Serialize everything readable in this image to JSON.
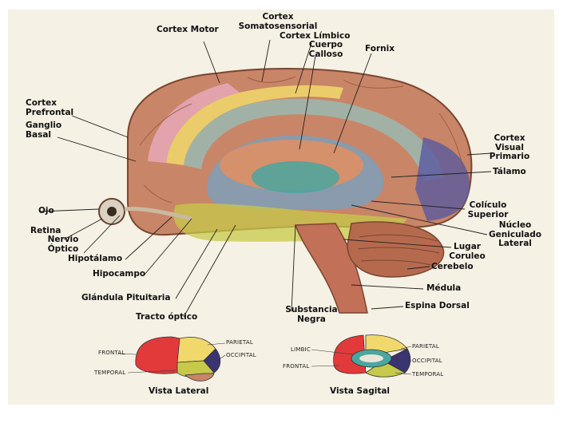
{
  "labels": {
    "cortex_somatosensorial": "Cortex\nSomatosensorial",
    "cortex_motor": "Cortex Motor",
    "cortex_limbico": "Cortex Límbico",
    "cuerpo_calloso": "Cuerpo\nCalloso",
    "fornix": "Fornix",
    "cortex_prefrontal": "Cortex\nPrefrontal",
    "ganglio_basal": "Ganglio\nBasal",
    "cortex_visual_primario": "Cortex\nVisual\nPrimario",
    "talamo": "Tálamo",
    "ojo": "Ojo",
    "coliculo_superior": "Colículo\nSuperior",
    "nucleo_geniculado_lateral": "Núcleo\nGeniculado\nLateral",
    "retina": "Retina",
    "nervio_optico": "Nervio\nÓptico",
    "lugar_coruleo": "Lugar\nCoruleo",
    "hipotalamo": "Hipotálamo",
    "cerebelo": "Cerebelo",
    "hipocampo": "Hipocampo",
    "medula": "Médula",
    "glandula_pituitaria": "Glándula Pituitaria",
    "espina_dorsal": "Espina Dorsal",
    "substancia_negra": "Substancia\nNegra",
    "tracto_optico": "Tracto óptico"
  },
  "inset_lateral": {
    "caption": "Vista Lateral",
    "frontal": "FRONTAL",
    "parietal": "PARIETAL",
    "occipital": "OCCIPITAL",
    "temporal": "TEMPORAL"
  },
  "inset_sagital": {
    "caption": "Vista Sagital",
    "limbic": "LIMBIC",
    "frontal": "FRONTAL",
    "parietal": "PARIETAL",
    "occipital": "OCCIPITAL",
    "temporal": "TEMPORAL"
  },
  "colors": {
    "background": "#f5f1e4",
    "brain": "#c98567",
    "frontal": "#e23a3a",
    "parietal": "#f1d86b",
    "occipital": "#3a3570",
    "temporal": "#c7c94a",
    "limbic": "#4aa6a0",
    "motor": "#e8a8b8",
    "cerebellum": "#b56a4e"
  }
}
